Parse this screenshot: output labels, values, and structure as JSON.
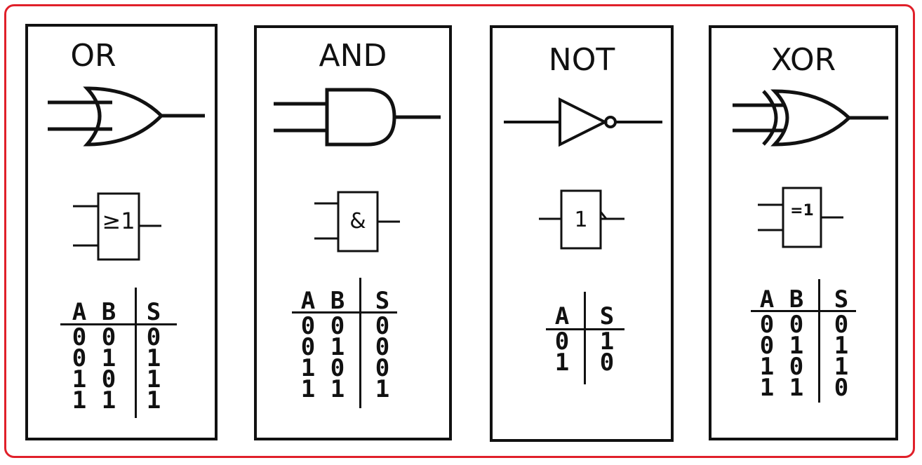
{
  "gates": [
    {
      "name": "OR",
      "iec_label": "≥1",
      "truth_table": {
        "headers": [
          "A",
          "B",
          "S"
        ],
        "rows": [
          [
            "0",
            "0",
            "0"
          ],
          [
            "0",
            "1",
            "1"
          ],
          [
            "1",
            "0",
            "1"
          ],
          [
            "1",
            "1",
            "1"
          ]
        ]
      }
    },
    {
      "name": "AND",
      "iec_label": "&",
      "truth_table": {
        "headers": [
          "A",
          "B",
          "S"
        ],
        "rows": [
          [
            "0",
            "0",
            "0"
          ],
          [
            "0",
            "1",
            "0"
          ],
          [
            "1",
            "0",
            "0"
          ],
          [
            "1",
            "1",
            "1"
          ]
        ]
      }
    },
    {
      "name": "NOT",
      "iec_label": "1",
      "truth_table": {
        "headers": [
          "A",
          "S"
        ],
        "rows": [
          [
            "0",
            "1"
          ],
          [
            "1",
            "0"
          ]
        ]
      }
    },
    {
      "name": "XOR",
      "iec_label": "=1",
      "truth_table": {
        "headers": [
          "A",
          "B",
          "S"
        ],
        "rows": [
          [
            "0",
            "0",
            "0"
          ],
          [
            "0",
            "1",
            "1"
          ],
          [
            "1",
            "0",
            "1"
          ],
          [
            "1",
            "1",
            "0"
          ]
        ]
      }
    }
  ],
  "colors": {
    "frame": "#e0202a",
    "ink": "#111111"
  }
}
